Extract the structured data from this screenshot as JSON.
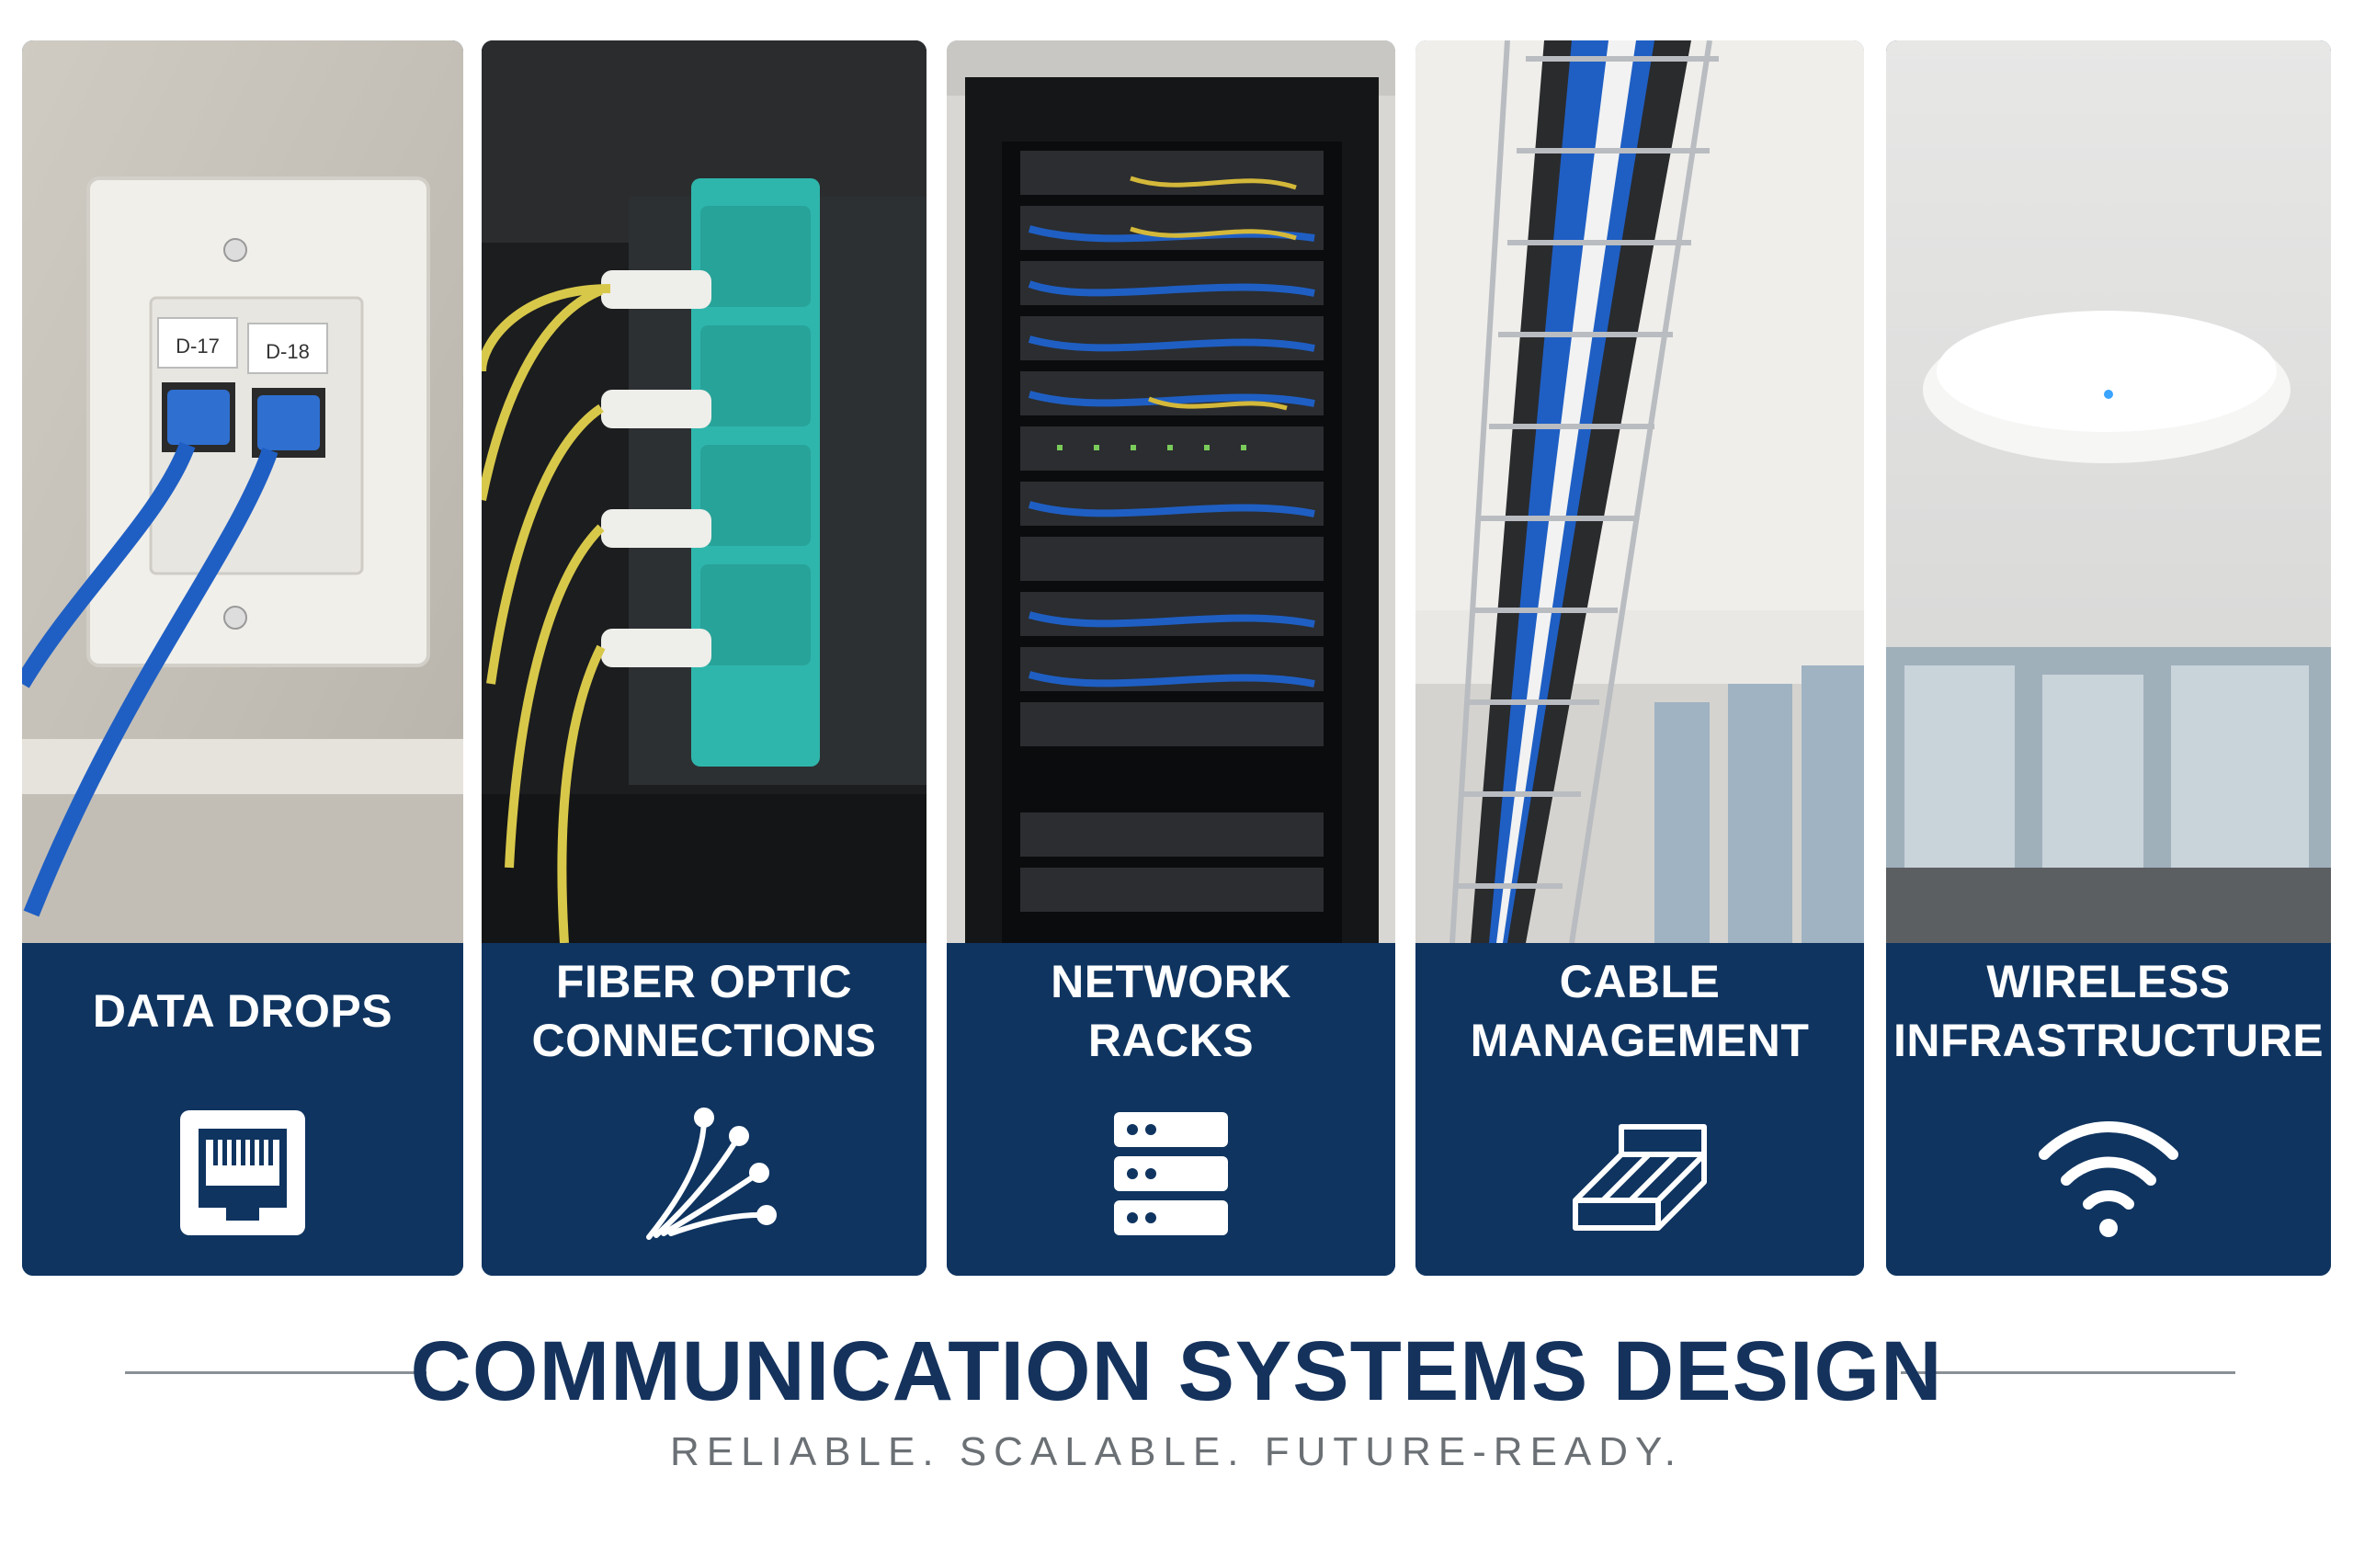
{
  "panels": [
    {
      "label_lines": [
        "DATA DROPS"
      ],
      "icon": "ethernet-port-icon",
      "jack_labels": [
        "D-17",
        "D-18"
      ]
    },
    {
      "label_lines": [
        "FIBER OPTIC",
        "CONNECTIONS"
      ],
      "icon": "fiber-strands-icon"
    },
    {
      "label_lines": [
        "NETWORK",
        "RACKS"
      ],
      "icon": "server-stack-icon"
    },
    {
      "label_lines": [
        "CABLE",
        "MANAGEMENT"
      ],
      "icon": "cable-tray-icon"
    },
    {
      "label_lines": [
        "WIRELESS",
        "INFRASTRUCTURE"
      ],
      "icon": "wifi-icon"
    }
  ],
  "title": "COMMUNICATION SYSTEMS DESIGN",
  "tagline": "RELIABLE. SCALABLE. FUTURE-READY.",
  "colors": {
    "band": "#0f3460",
    "title": "#14325c",
    "tagline": "#6b7075",
    "cable_blue": "#1f5fc4",
    "fiber_yellow": "#d8c84a",
    "connector_teal": "#2fb6ac"
  }
}
